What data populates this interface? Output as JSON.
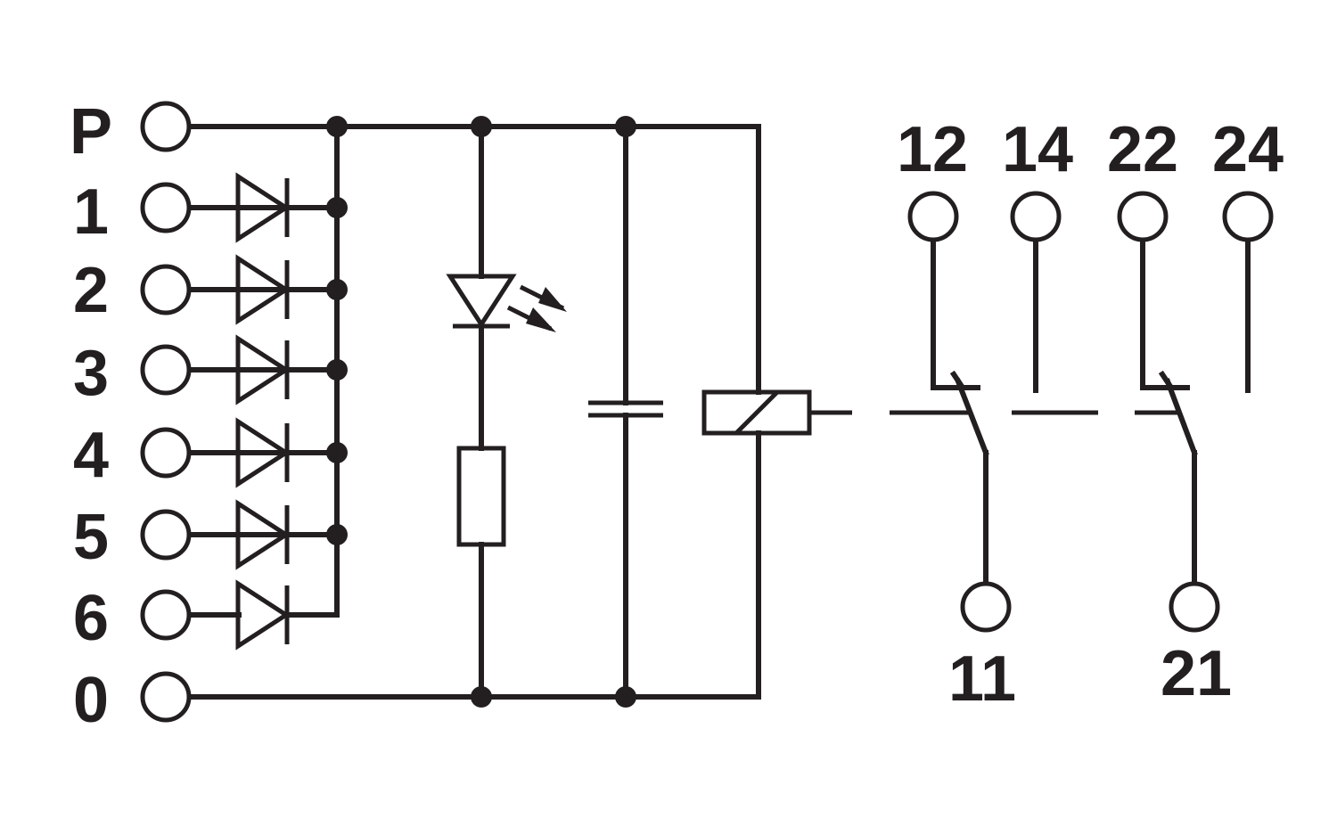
{
  "input_terminals": [
    {
      "label": "P"
    },
    {
      "label": "1"
    },
    {
      "label": "2"
    },
    {
      "label": "3"
    },
    {
      "label": "4"
    },
    {
      "label": "5"
    },
    {
      "label": "6"
    },
    {
      "label": "0"
    }
  ],
  "contact_terminals_top": [
    {
      "label": "12"
    },
    {
      "label": "14"
    },
    {
      "label": "22"
    },
    {
      "label": "24"
    }
  ],
  "contact_terminals_bottom": [
    {
      "label": "11"
    },
    {
      "label": "21"
    }
  ]
}
